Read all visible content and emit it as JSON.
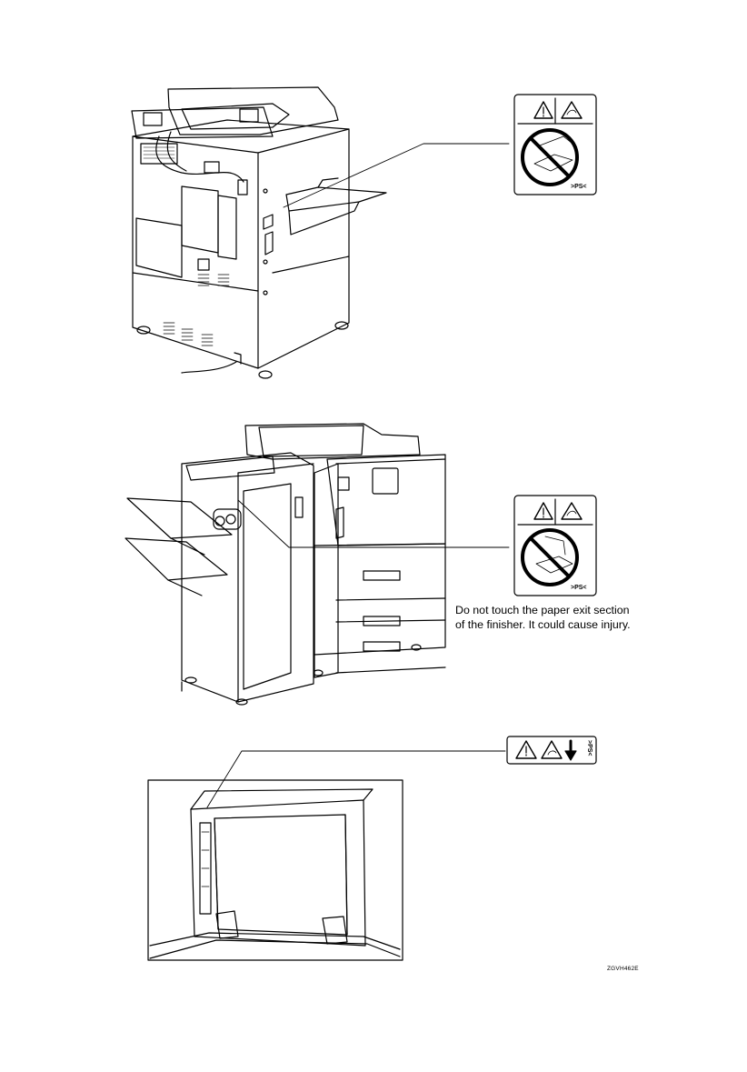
{
  "labels": {
    "top_label_text": ">PS<",
    "middle_label_text": ">PS<",
    "bottom_label_text": ">PS<"
  },
  "caption": {
    "line1": "Do not touch the paper exit section",
    "line2": "of the finisher. It could cause injury."
  },
  "figure_id": "ZGVH462E",
  "colors": {
    "ink": "#000000",
    "paper": "#ffffff"
  },
  "icons": [
    "warning-triangle-icon",
    "hand-caution-icon",
    "prohibition-icon",
    "down-arrow-icon"
  ]
}
